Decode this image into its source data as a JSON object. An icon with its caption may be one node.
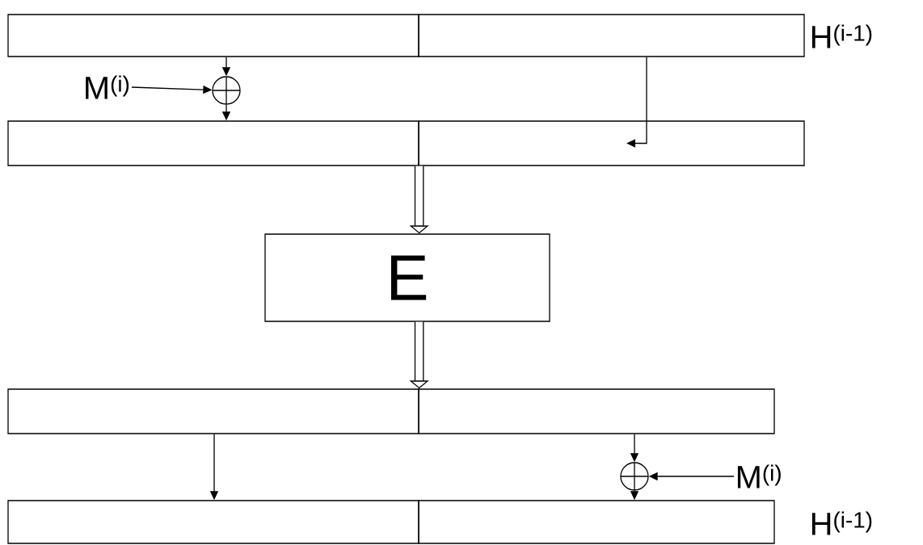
{
  "diagram": {
    "nodes": [
      {
        "text": [],
        "shape": "box"
      },
      {
        "text": [],
        "shape": "box"
      },
      {
        "text": [],
        "shape": "circle"
      },
      {
        "text": [
          "M$^{(i)}$"
        ]
      },
      {
        "text": [],
        "shape": "box"
      },
      {
        "text": [],
        "shape": "box"
      },
      {
        "text": [
          "E"
        ]
      },
      {
        "text": [],
        "shape": "box"
      },
      {
        "text": [],
        "shape": "box"
      },
      {
        "text": [],
        "shape": "circle"
      },
      {
        "text": [
          "M$^{(i)}$"
        ]
      },
      {
        "text": [],
        "shape": "box"
      },
      {
        "text": [],
        "shape": "box"
      }
    ],
    "edges": [
      {
        "from": 0,
        "to": 2,
        "arrow": "to"
      },
      {
        "from": 3,
        "to": 2,
        "arrow": "to"
      },
      {
        "from": 2,
        "to": 4,
        "arrow": "to"
      },
      {
        "from": 1,
        "to": 5,
        "arrow": "to"
      },
      {
        "from": 4,
        "to": 6,
        "arrow": "to",
        "style": "thick"
      },
      {
        "from": 6,
        "to": 7,
        "arrow": "to",
        "style": "thick"
      },
      {
        "from": 7,
        "to": 11,
        "arrow": "to"
      },
      {
        "from": 8,
        "to": 9,
        "arrow": "to"
      },
      {
        "from": 10,
        "to": 9,
        "arrow": "to"
      },
      {
        "from": 9,
        "to": 12,
        "arrow": "to"
      }
    ],
    "labels": [
      "H$^{(i-1)}$",
      "H$^{(i-1)}$"
    ]
  }
}
